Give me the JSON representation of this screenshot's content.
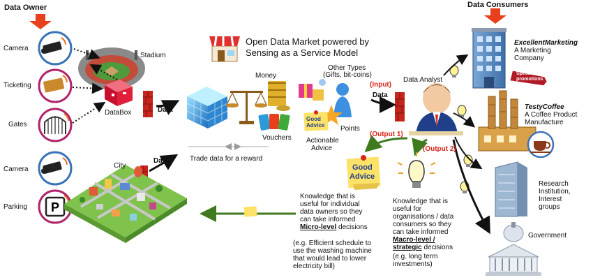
{
  "owners": {
    "header": "Data Owner",
    "camera": "Camera",
    "ticketing": "Ticketing",
    "gates": "Gates",
    "stadium": "Stadium",
    "databox": "DataBox",
    "camera2": "Camera",
    "parking": "Parking",
    "city": "City"
  },
  "market": {
    "title_line1": "Open Data Market powered by",
    "title_line2": "Sensing as a Service Model",
    "data_label_1": "Data",
    "data_label_2": "Data",
    "trade": "Trade data for a reward",
    "money": "Money",
    "other_types_1": "Other Types",
    "other_types_2": "(Gifts, bit-coins)",
    "points": "Points",
    "vouchers": "Vouchers",
    "actionable_1": "Actionable",
    "actionable_2": "Advice",
    "advice_word_1": "Good",
    "advice_word_2": "Advice"
  },
  "analyst": {
    "input_label": "(Input)",
    "data_label": "Data",
    "title": "Data Analyst",
    "output1": "(Output 1)",
    "output2": "(Output 2)",
    "advice_word_1": "Good",
    "advice_word_2": "Advice",
    "micro_l1": "Knowledge that is",
    "micro_l2": "useful for individual",
    "micro_l3": "data owners so they",
    "micro_l4": "can take informed",
    "micro_bold": "Micro-level",
    "micro_tail": " decisions",
    "micro_eg1": "(e.g. Efficient schedule to",
    "micro_eg2": "use the washing machine",
    "micro_eg3": "that would lead to lower",
    "micro_eg4": "electricity bill)",
    "macro_l1": "Knowledge that is",
    "macro_l2": "useful for",
    "macro_l3": "organisations  / data",
    "macro_l4": "consumers so they",
    "macro_l5": "can take informed",
    "macro_bold1": "Macro-level /",
    "macro_bold2": "strategic",
    "macro_tail": " decisions",
    "macro_eg1": "(e.g. long term",
    "macro_eg2": "investments)"
  },
  "consumers": {
    "header": "Data Consumers",
    "excellent_name": "ExcellentMarketing",
    "excellent_desc1": "A Marketing",
    "excellent_desc2": "Company",
    "tag_1": "Special",
    "tag_2": "promotions",
    "testy_name": "TestyCoffee",
    "testy_desc1": "A Coffee Product",
    "testy_desc2": "Manufacture",
    "research_1": "Research",
    "research_2": "Institution,",
    "research_3": "Interest",
    "research_4": "groups",
    "government": "Government"
  },
  "colors": {
    "header_arrow": "#e8401c",
    "circle_blue": "#3a73b8",
    "circle_pink": "#b0246a",
    "green_arrow": "#3f7a1e",
    "red_text": "#d8261a",
    "brick": "#c8241c"
  }
}
